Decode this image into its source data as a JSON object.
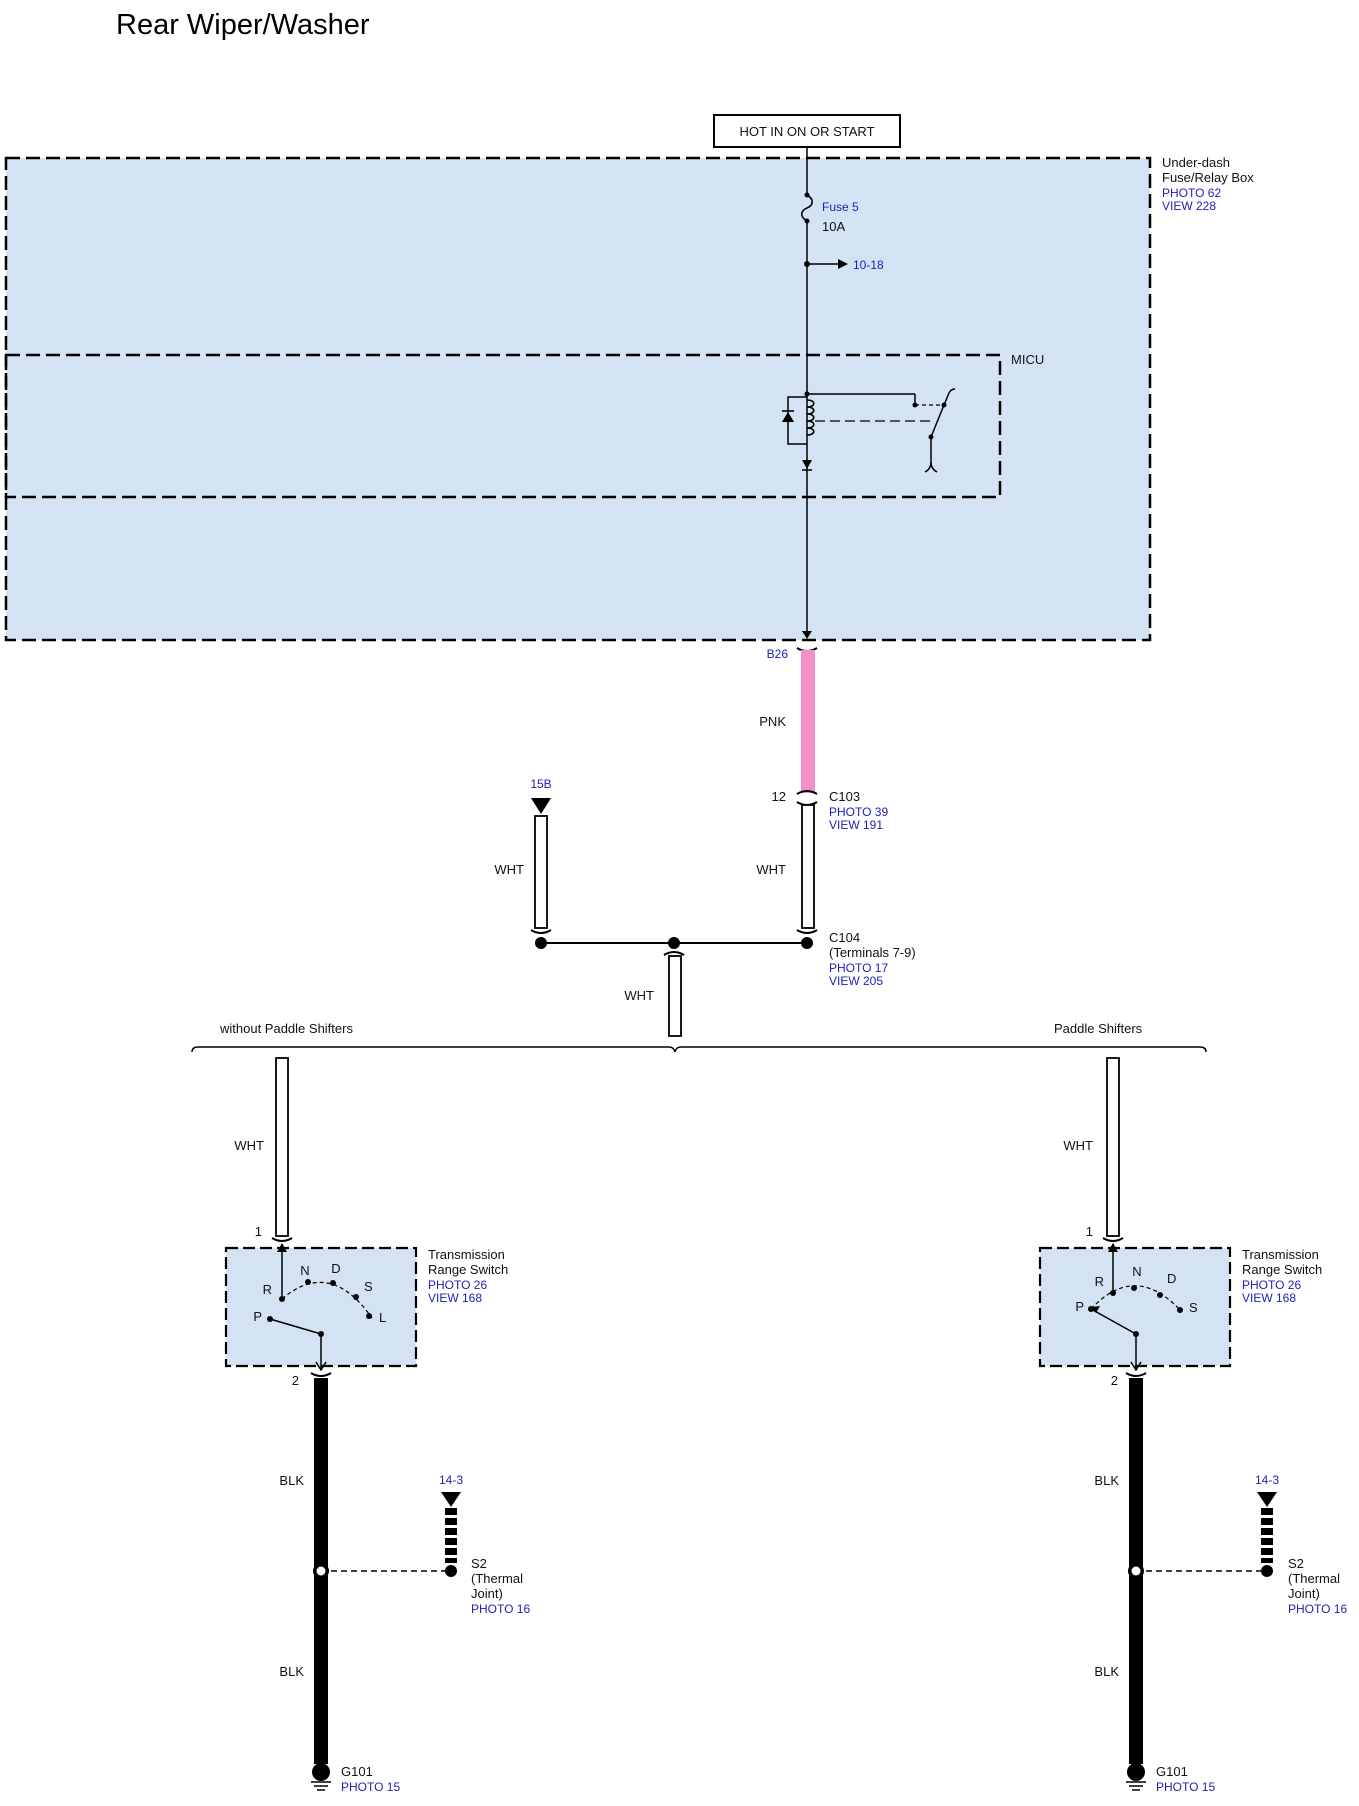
{
  "title": "Rear Wiper/Washer",
  "power": {
    "label": "HOT IN ON OR START"
  },
  "fusebox": {
    "name_line1": "Under-dash",
    "name_line2": "Fuse/Relay Box",
    "photo": "PHOTO 62",
    "view": "VIEW 228"
  },
  "fuse": {
    "name": "Fuse 5",
    "rating": "10A",
    "ref": "10-18"
  },
  "micu": {
    "label": "MICU"
  },
  "terminal_b26": "B26",
  "wires": {
    "pnk": "PNK",
    "wht": "WHT",
    "blk": "BLK"
  },
  "ref_15b": "15B",
  "c103": {
    "pin": "12",
    "name": "C103",
    "photo": "PHOTO 39",
    "view": "VIEW 191"
  },
  "c104": {
    "name": "C104",
    "terminals": "(Terminals 7-9)",
    "photo": "PHOTO 17",
    "view": "VIEW 205"
  },
  "branches": {
    "left": "without Paddle Shifters",
    "right": "Paddle Shifters"
  },
  "trs_left": {
    "pin_in": "1",
    "pin_out": "2",
    "name_line1": "Transmission",
    "name_line2": "Range Switch",
    "photo": "PHOTO 26",
    "view": "VIEW 168",
    "positions": [
      "R",
      "N",
      "D",
      "S",
      "P",
      "L"
    ]
  },
  "trs_right": {
    "pin_in": "1",
    "pin_out": "2",
    "name_line1": "Transmission",
    "name_line2": "Range Switch",
    "photo": "PHOTO 26",
    "view": "VIEW 168",
    "positions": [
      "R",
      "N",
      "D",
      "S",
      "P"
    ]
  },
  "s2": {
    "ref": "14-3",
    "line1": "S2",
    "line2": "(Thermal",
    "line3": "Joint)",
    "photo": "PHOTO 16"
  },
  "g101": {
    "name": "G101",
    "photo": "PHOTO 15"
  },
  "colors": {
    "box_fill": "#d3e3f3",
    "pink_wire": "#f58fc8",
    "blue_text": "#1f1fb4"
  }
}
